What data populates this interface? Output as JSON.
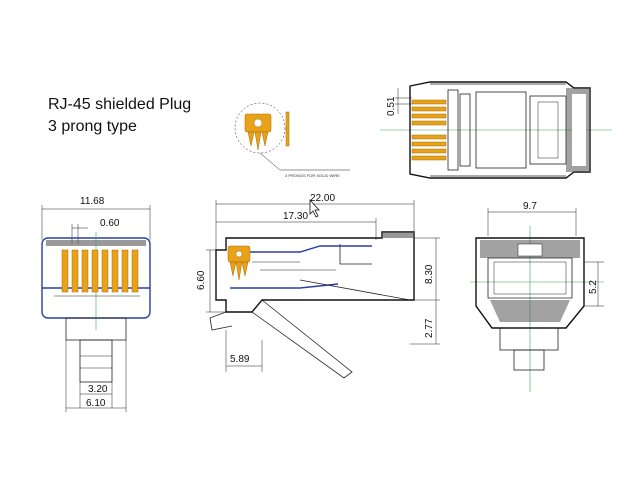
{
  "title": {
    "line1": "RJ-45 shielded Plug",
    "line2": "3 prong type"
  },
  "detail": {
    "caption": "3 PRONGS FOR SOLID WIRE"
  },
  "dimensions": {
    "top_view_thickness": "0.51",
    "front_width": "11.68",
    "contact_pitch": "0.60",
    "front_cable_inner": "3.20",
    "front_cable_outer": "6.10",
    "side_length": "22.00",
    "side_inner_length": "17.30",
    "side_height_contact": "6.60",
    "side_height_total": "8.30",
    "side_latch": "2.77",
    "side_latch_pos": "5.89",
    "back_width": "9.7",
    "back_height": "5.2"
  },
  "colors": {
    "contact": "#e8a21a",
    "shield_outline": "#2b3ea8",
    "centerline": "#3aa655"
  }
}
